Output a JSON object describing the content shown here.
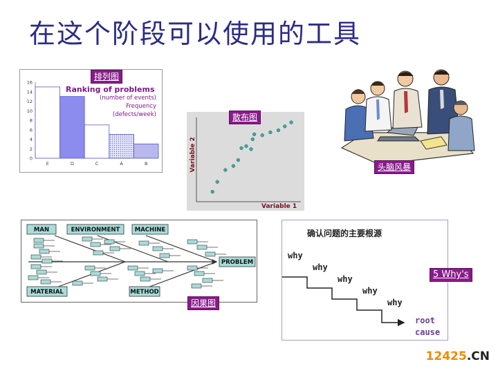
{
  "title": "在这个阶段可以使用的工具",
  "pareto": {
    "tag": "排列图",
    "chart_title": "Ranking of problems",
    "subtitle_lines": [
      "(number of events)",
      "Frequency",
      "(defects/week)"
    ],
    "chart_data": {
      "type": "bar",
      "title": "Ranking of problems",
      "categories": [
        "E",
        "D",
        "C",
        "A",
        "B"
      ],
      "values": [
        15,
        13,
        7,
        5,
        3
      ],
      "ylim": [
        0,
        16
      ],
      "yticks": [
        "0",
        "2",
        "4",
        "6",
        "8",
        "10",
        "12",
        "14",
        "16"
      ],
      "colors": [
        "#ffffff",
        "#8c8cef",
        "#ffffff",
        "#c8c8f6",
        "#b8b8ee"
      ]
    }
  },
  "scatter": {
    "tag": "散布图",
    "xlabel": "Variable 1",
    "ylabel": "Variable 2",
    "chart_data": {
      "type": "scatter",
      "xlabel": "Variable 1",
      "ylabel": "Variable 2",
      "points": [
        [
          1,
          1
        ],
        [
          1.3,
          2
        ],
        [
          1.8,
          3.2
        ],
        [
          2.3,
          3.6
        ],
        [
          2.6,
          4.2
        ],
        [
          2.8,
          5.4
        ],
        [
          3.1,
          5.6
        ],
        [
          3.4,
          5.3
        ],
        [
          3.5,
          6.3
        ],
        [
          3.6,
          6.8
        ],
        [
          4.1,
          6.7
        ],
        [
          4.6,
          7.0
        ],
        [
          5.1,
          7.2
        ],
        [
          5.5,
          7.6
        ],
        [
          5.9,
          8.0
        ]
      ],
      "color": "#3ea7a0"
    }
  },
  "brainstorm": {
    "tag": "头脑风暴"
  },
  "fishbone": {
    "tag": "因果图",
    "labels": {
      "man": "MAN",
      "environment": "ENVIRONMENT",
      "machine": "MACHINE",
      "problem": "PROBLEM",
      "material": "MATERIAL",
      "method": "METHOD"
    }
  },
  "whys": {
    "title": "确认问题的主要根源",
    "steps": [
      "why",
      "why",
      "why",
      "why",
      "why"
    ],
    "root_cause_lines": [
      "root",
      "cause"
    ],
    "tag": "5 Why's"
  },
  "watermark": {
    "num": "12425",
    "dom": ".CN"
  }
}
